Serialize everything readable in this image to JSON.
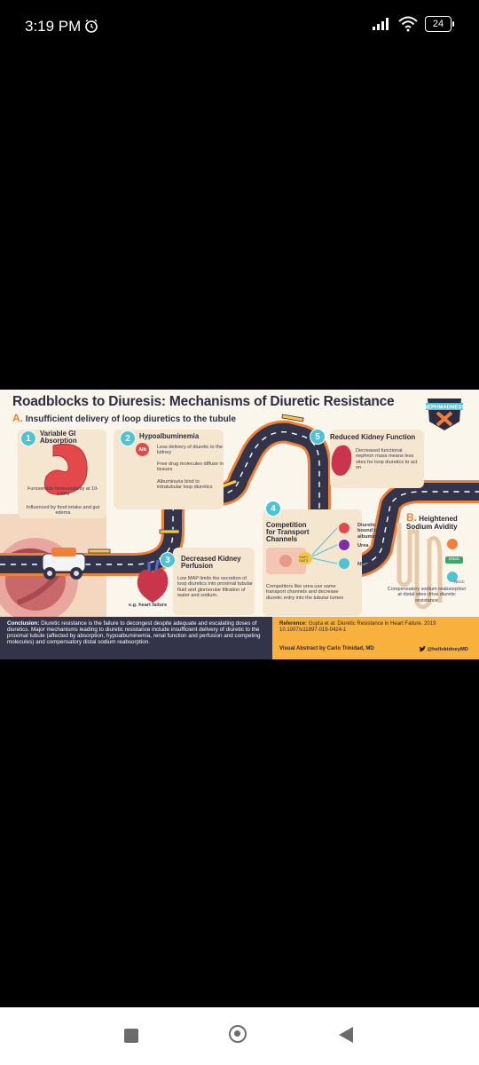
{
  "status_bar": {
    "time": "3:19 PM",
    "battery": "24"
  },
  "infographic": {
    "title": "Roadblocks to Diuresis: Mechanisms of Diuretic Resistance",
    "section_a_letter": "A.",
    "section_a_title": "Insufficient delivery of loop diuretics to the tubule",
    "logo_text": "NEPHMADNESS",
    "steps": [
      {
        "num": "1",
        "title": "Variable GI Absorption",
        "notes": [
          "Furosemide bioavailability at 10-100%",
          "Influenced by food intake and gut edema"
        ]
      },
      {
        "num": "2",
        "title": "Hypoalbuminemia",
        "notes": [
          "Less delivery of diuretic to the kidney",
          "Free drug molecules diffuse in tissues",
          "Albuminuria bind to intratubular loop diuretics"
        ]
      },
      {
        "num": "3",
        "title": "Decreased Kidney Perfusion",
        "notes": [
          "Low MAP limits the secretion of loop diuretics into proximal tubular fluid and glomerular filtration of water and sodium.",
          "e.g. heart failure"
        ]
      },
      {
        "num": "4",
        "title": "Competition for Transport Channels",
        "notes": [
          "Competitors like urea use same transport channels and decrease diuretic entry into the tubular lumen"
        ]
      },
      {
        "num": "5",
        "title": "Reduced Kidney Function",
        "notes": [
          "Decreased functional nephron mass means less sites for loop diuretics to act on"
        ]
      }
    ],
    "competitors": [
      "Diuretic bound to albumin",
      "Urea",
      "NSAIDs"
    ],
    "oat_label": "OAT1 OAT3",
    "alb_label": "Alb",
    "section_b_letter": "B.",
    "section_b_title": "Heightened Sodium Avidity",
    "section_b_note": "Compensatory sodium reabsorption at distal sites drive diuretic resistance",
    "enac_label": "ENaC",
    "nkcc_label": "NKCC",
    "conclusion_label": "Conclusion:",
    "conclusion_text": "Diuretic resistance is the failure to decongest despite adequate and escalating doses of diuretics. Major mechanisms leading to diuretic resistance include insufficient delivery of diuretic to the proximal tubule (affected by absorption, hypoalbuminemia, renal function and perfusion and competing molecules) and compensatory distal sodium reabsorption.",
    "reference_label": "Reference:",
    "reference_text": "Gupta et al. Diuretic Resistance in Heart Failure. 2019 10.1007/s11897-019-0424-1",
    "author": "Visual Abstract by Carlo Trinidad, MD",
    "handle": "@hellokidneyMD"
  },
  "colors": {
    "road": "#33344a",
    "accent": "#f07f3a",
    "teal": "#4ec3d4",
    "footer_right": "#f7b13c",
    "cream": "#fbf6ec"
  }
}
